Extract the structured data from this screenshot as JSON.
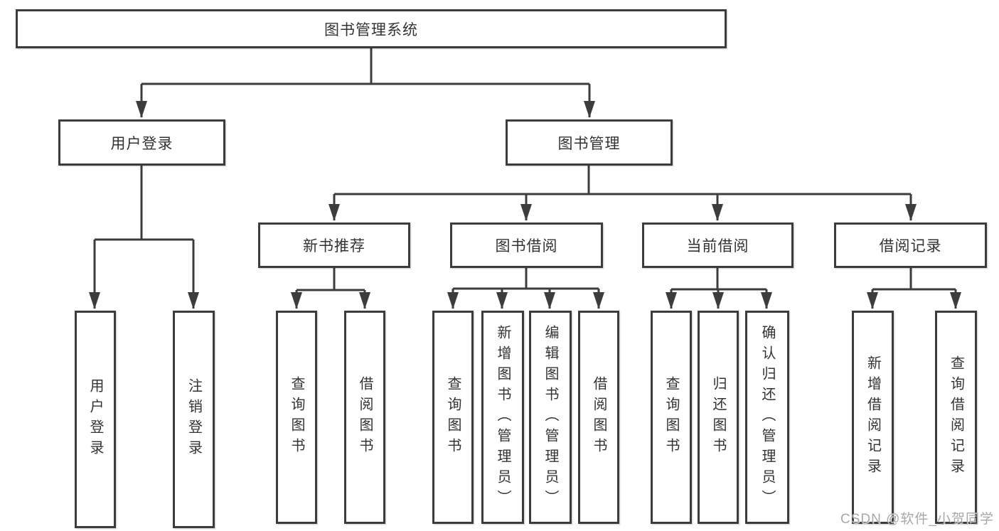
{
  "style": {
    "line-color": "#3c3c3c",
    "text-color": "#333333",
    "bg-color": "#ffffff",
    "watermark-color": "#a8a8a8"
  },
  "diagram": {
    "root": {
      "label": "图书管理系统"
    },
    "branches": [
      {
        "label": "用户登录",
        "children": [
          {
            "label": "用户登录"
          },
          {
            "label": "注销登录"
          }
        ]
      },
      {
        "label": "图书管理",
        "children": [
          {
            "label": "新书推荐",
            "children": [
              {
                "label": "查询图书"
              },
              {
                "label": "借阅图书"
              }
            ]
          },
          {
            "label": "图书借阅",
            "children": [
              {
                "label": "查询图书"
              },
              {
                "label": "新增图书（管理员）"
              },
              {
                "label": "编辑图书（管理员）"
              },
              {
                "label": "借阅图书"
              }
            ]
          },
          {
            "label": "当前借阅",
            "children": [
              {
                "label": "查询图书"
              },
              {
                "label": "归还图书"
              },
              {
                "label": "确认归还（管理员）"
              }
            ]
          },
          {
            "label": "借阅记录",
            "children": [
              {
                "label": "新增借阅记录"
              },
              {
                "label": "查询借阅记录"
              }
            ]
          }
        ]
      }
    ]
  },
  "watermark": {
    "text": "CSDN @软件_小贺同学"
  }
}
